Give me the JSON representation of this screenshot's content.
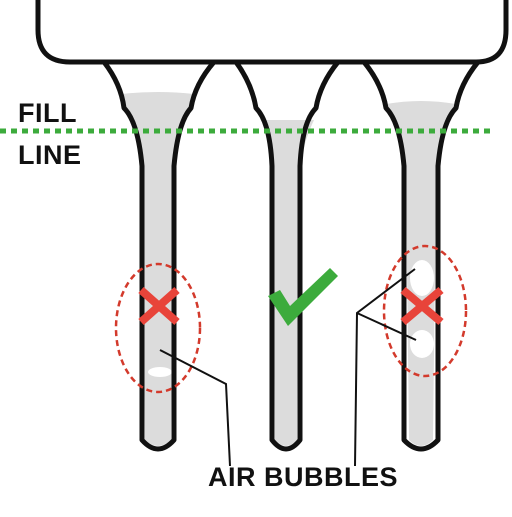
{
  "labels": {
    "fill_word": "FILL",
    "line_word": "LINE",
    "bubbles_label": "AIR BUBBLES"
  },
  "colors": {
    "outline": "#111111",
    "liquid": "#dcdcdc",
    "fill_line": "#3cab3c",
    "cross": "#e8443a",
    "check": "#3cab3c",
    "ring": "#d33a2c"
  },
  "icons": {
    "left_mark": "x-mark-icon",
    "center_mark": "check-mark-icon",
    "right_mark": "x-mark-icon"
  }
}
